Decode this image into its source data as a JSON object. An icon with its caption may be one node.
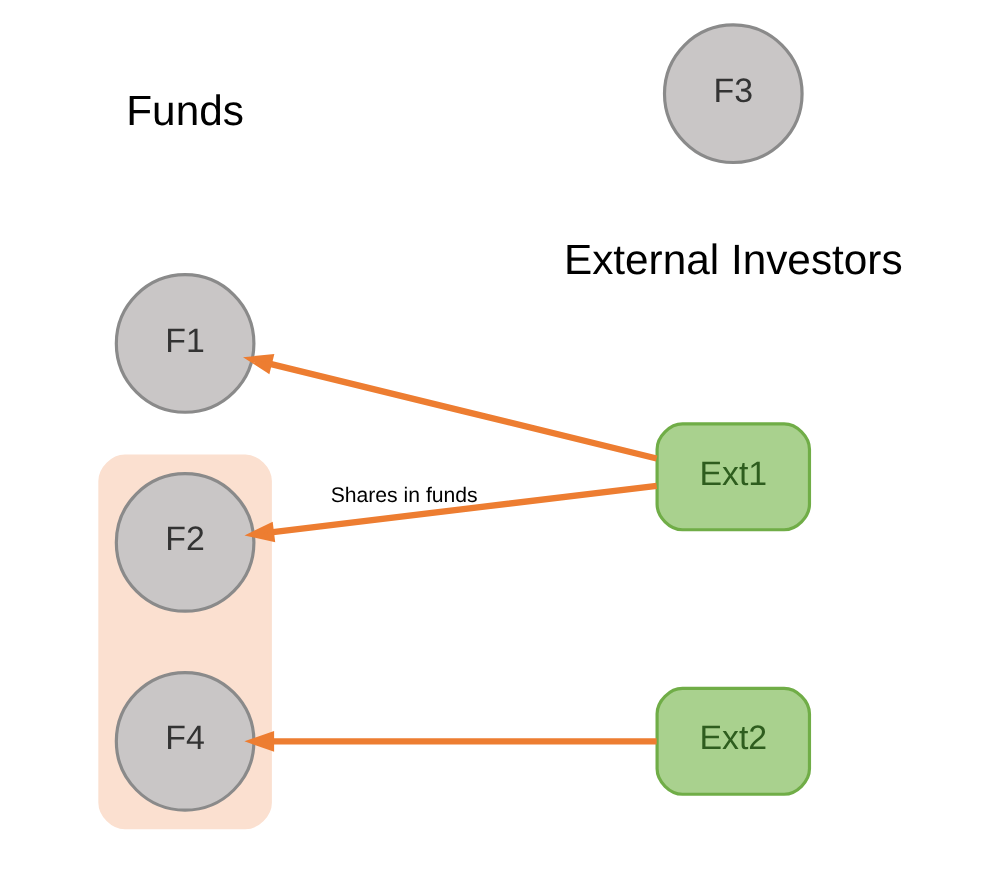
{
  "diagram": {
    "nodes": [
      {
        "text": [],
        "shape": "box"
      },
      {
        "text": [
          "F1"
        ]
      },
      {
        "text": [
          "F2"
        ],
        "in": 0
      },
      {
        "text": [
          "F3"
        ]
      },
      {
        "text": [
          "F4"
        ],
        "in": 0
      },
      {
        "text": [
          "Ext1"
        ]
      },
      {
        "text": [
          "Ext2"
        ]
      }
    ],
    "edges": [
      {
        "from": 5,
        "to": 1,
        "arrow": "to"
      },
      {
        "from": 5,
        "to": 2,
        "arrow": "to",
        "label": "Shares in funds"
      },
      {
        "from": 6,
        "to": 4,
        "arrow": "to"
      }
    ],
    "labels": [
      "Funds",
      "External Investors"
    ]
  }
}
